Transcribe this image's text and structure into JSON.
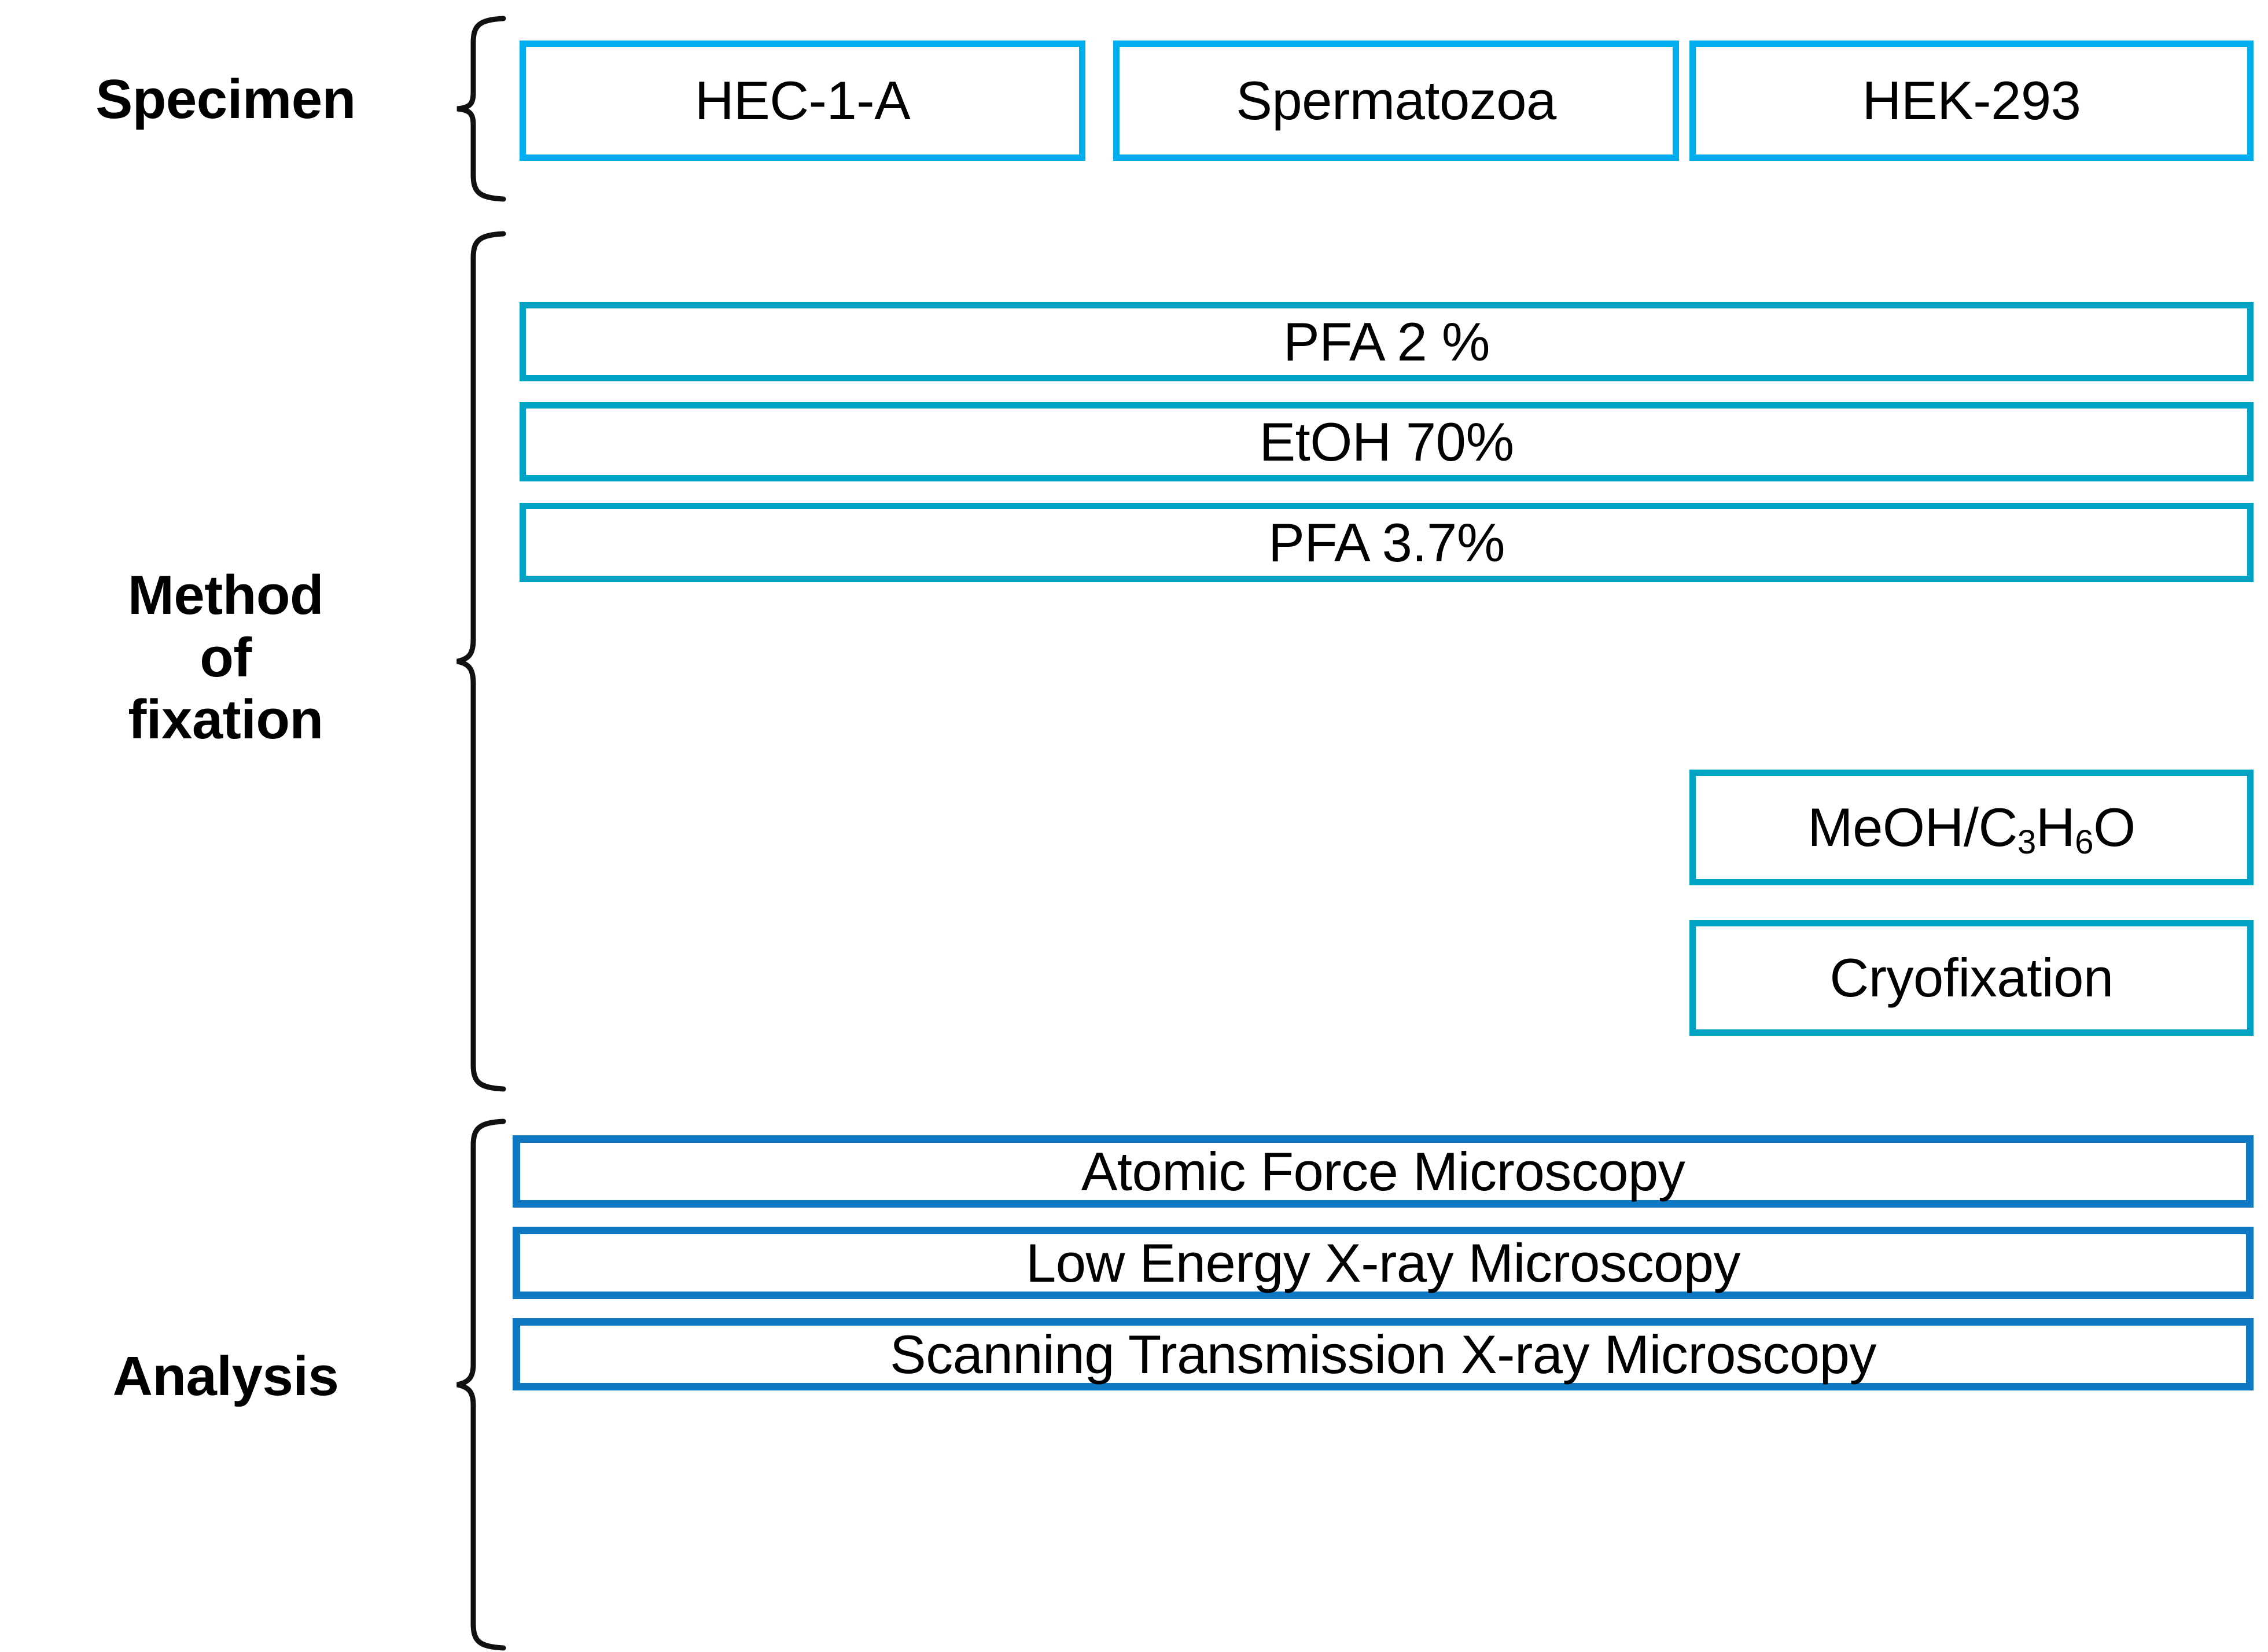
{
  "diagram": {
    "title_present": false,
    "colors": {
      "specimen_border": "#00AEEF",
      "fixation_border": "#00A3C4",
      "analysis_border": "#0F78C2",
      "bracket": "#000000",
      "text": "#000000",
      "background": "#FFFFFF"
    },
    "groups": [
      {
        "id": "specimen",
        "label": "Specimen",
        "items": [
          {
            "id": "hec-1-a",
            "text": "HEC-1-A"
          },
          {
            "id": "spermatozoa",
            "text": "Spermatozoa"
          },
          {
            "id": "hek-293",
            "text": "HEK-293"
          }
        ]
      },
      {
        "id": "fixation",
        "label": "Method\nof\nfixation",
        "items": [
          {
            "id": "pfa-2",
            "text": "PFA 2 %"
          },
          {
            "id": "etoh-70",
            "text": "EtOH 70%"
          },
          {
            "id": "pfa-37",
            "text": "PFA 3.7%"
          },
          {
            "id": "meoh-acetone",
            "text": "MeOH/C3H6O",
            "formula": {
              "pre": "MeOH/C",
              "sub1": "3",
              "mid": "H",
              "sub2": "6",
              "post": "O"
            }
          },
          {
            "id": "cryofixation",
            "text": "Cryofixation"
          }
        ]
      },
      {
        "id": "analysis",
        "label": "Analysis",
        "items": [
          {
            "id": "afm",
            "text": "Atomic Force Microscopy"
          },
          {
            "id": "lexm",
            "text": "Low Energy X-ray Microscopy"
          },
          {
            "id": "stxm",
            "text": "Scanning Transmission X-ray Microscopy"
          }
        ]
      }
    ]
  }
}
